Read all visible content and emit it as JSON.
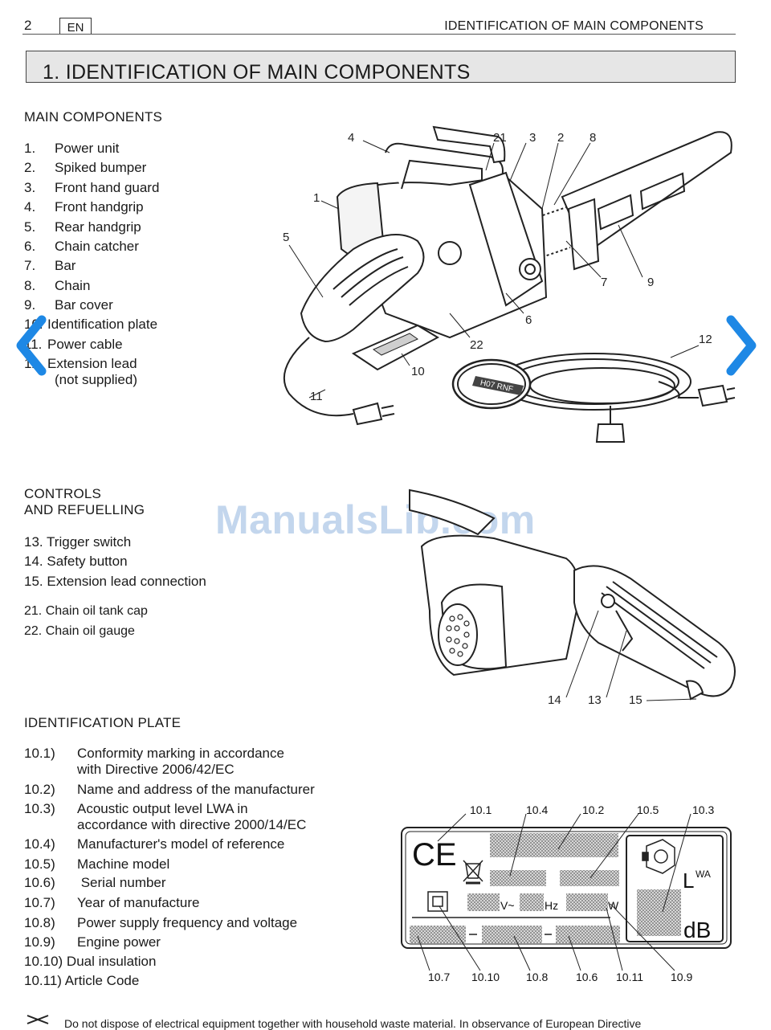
{
  "header": {
    "page_number": "2",
    "language": "EN",
    "running_title": "IDENTIFICATION OF MAIN COMPONENTS"
  },
  "section_title": "1. IDENTIFICATION OF MAIN COMPONENTS",
  "main_components": {
    "heading": "MAIN COMPONENTS",
    "items": [
      {
        "num": "1.",
        "label": "Power unit"
      },
      {
        "num": "2.",
        "label": "Spiked bumper"
      },
      {
        "num": "3.",
        "label": "Front hand guard"
      },
      {
        "num": "4.",
        "label": "Front handgrip"
      },
      {
        "num": "5.",
        "label": "Rear handgrip"
      },
      {
        "num": "6.",
        "label": "Chain catcher"
      },
      {
        "num": "7.",
        "label": "Bar"
      },
      {
        "num": "8.",
        "label": "Chain"
      },
      {
        "num": "9.",
        "label": "Bar cover"
      },
      {
        "num": "10.",
        "label": "Identification plate"
      },
      {
        "num": "11.",
        "label": "Power cable"
      },
      {
        "num": "12.",
        "label": "Extension lead"
      }
    ],
    "note": "(not supplied)"
  },
  "main_callouts": [
    "4",
    "21",
    "3",
    "2",
    "8",
    "1",
    "5",
    "7",
    "9",
    "6",
    "22",
    "12",
    "10",
    "11"
  ],
  "cable_text": "H07 RNF",
  "controls": {
    "heading_line1": "CONTROLS",
    "heading_line2": "AND REFUELLING",
    "items": [
      "13. Trigger switch",
      "14. Safety button",
      "15. Extension lead connection"
    ],
    "items2": [
      "21. Chain oil tank cap",
      "22. Chain oil gauge"
    ]
  },
  "controls_callouts": [
    "14",
    "13",
    "15"
  ],
  "watermark": "ManualsLib.com",
  "identification_plate": {
    "heading": "IDENTIFICATION PLATE",
    "items": [
      {
        "num": "10.1)",
        "line1": "Conformity marking in accordance",
        "line2": "with Directive 2006/42/EC"
      },
      {
        "num": "10.2)",
        "line1": "Name and address of the manufacturer",
        "line2": ""
      },
      {
        "num": "10.3)",
        "line1": "Acoustic output level LWA in",
        "line2": "accordance with directive 2000/14/EC"
      },
      {
        "num": "10.4)",
        "line1": "Manufacturer's model of reference",
        "line2": ""
      },
      {
        "num": "10.5)",
        "line1": "Machine model",
        "line2": ""
      },
      {
        "num": "10.6)",
        "line1": " Serial number",
        "line2": ""
      },
      {
        "num": "10.7)",
        "line1": "Year of manufacture",
        "line2": ""
      },
      {
        "num": "10.8)",
        "line1": "Power supply frequency and voltage",
        "line2": ""
      },
      {
        "num": "10.9)",
        "line1": "Engine power",
        "line2": ""
      }
    ],
    "items_plain": [
      "10.10) Dual insulation",
      "10.11) Article Code"
    ]
  },
  "plate_diagram": {
    "top_labels": [
      "10.1",
      "10.4",
      "10.2",
      "10.5",
      "10.3"
    ],
    "bottom_labels": [
      "10.7",
      "10.10",
      "10.8",
      "10.6",
      "10.11",
      "10.9"
    ],
    "ce_mark": "CE",
    "unit_v": "V~",
    "unit_hz": "Hz",
    "unit_w": "W",
    "lwa_l": "L",
    "lwa_sub": "WA",
    "db": "dB"
  },
  "footer": {
    "text": "Do not dispose of electrical equipment together with household waste material. In observance of European Directive"
  },
  "colors": {
    "accent_nav": "#1e88e5",
    "title_bg": "#e6e6e6",
    "watermark": "#b9cfea"
  }
}
